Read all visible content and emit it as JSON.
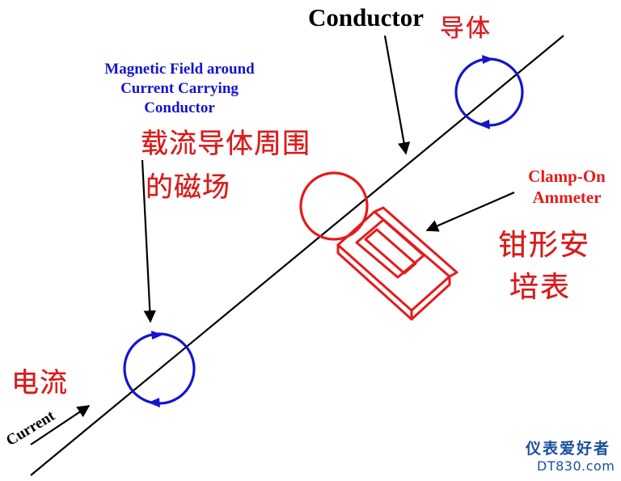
{
  "labels": {
    "conductor": "Conductor",
    "conductor_cn": "导体",
    "magnetic_field": "Magnetic Field around Current Carrying Conductor",
    "magnetic_field_cn_line1": "载流导体周围",
    "magnetic_field_cn_line2": "的磁场",
    "clamp_on_ammeter": "Clamp-On Ammeter",
    "clamp_on_ammeter_cn_line1": "钳形安",
    "clamp_on_ammeter_cn_line2": "培表",
    "current": "Current",
    "current_cn": "电流"
  },
  "watermark": {
    "site_cn": "仪表爱好者",
    "site_url": "DT830.com"
  },
  "colors": {
    "conductor_line": "#000000",
    "field_loop": "#1515cc",
    "clamp_meter": "#e41b1b",
    "handwriting": "#d81b1b",
    "watermark": "#1c4fa0"
  }
}
